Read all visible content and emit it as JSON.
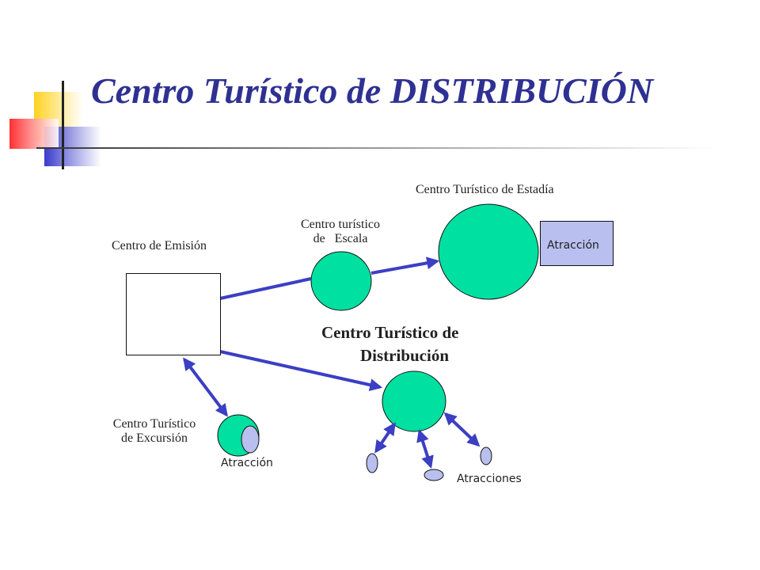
{
  "title": "Centro Turístico de DISTRIBUCIÓN",
  "nodes": {
    "emision": "Centro de Emisión",
    "escala_line1": "Centro turístico",
    "escala_line2": "de   Escala",
    "estadia": "Centro Turístico de Estadía",
    "distribucion_line1": "Centro Turístico de",
    "distribucion_line2": "Distribución",
    "excursion_line1": "Centro Turístico",
    "excursion_line2": "de Excursión"
  },
  "attractions": {
    "estadia": "Atracción",
    "excursion": "Atracción",
    "distribucion": "Atracciones"
  },
  "colors": {
    "title": "#2e3192",
    "arrow": "#3b3fc3",
    "node_fill": "#00e0a0",
    "attraction_fill": "#b9bfee",
    "accent_yellow": "#ffd21f",
    "accent_red": "#ff3030",
    "accent_blue": "#3a3acc"
  }
}
